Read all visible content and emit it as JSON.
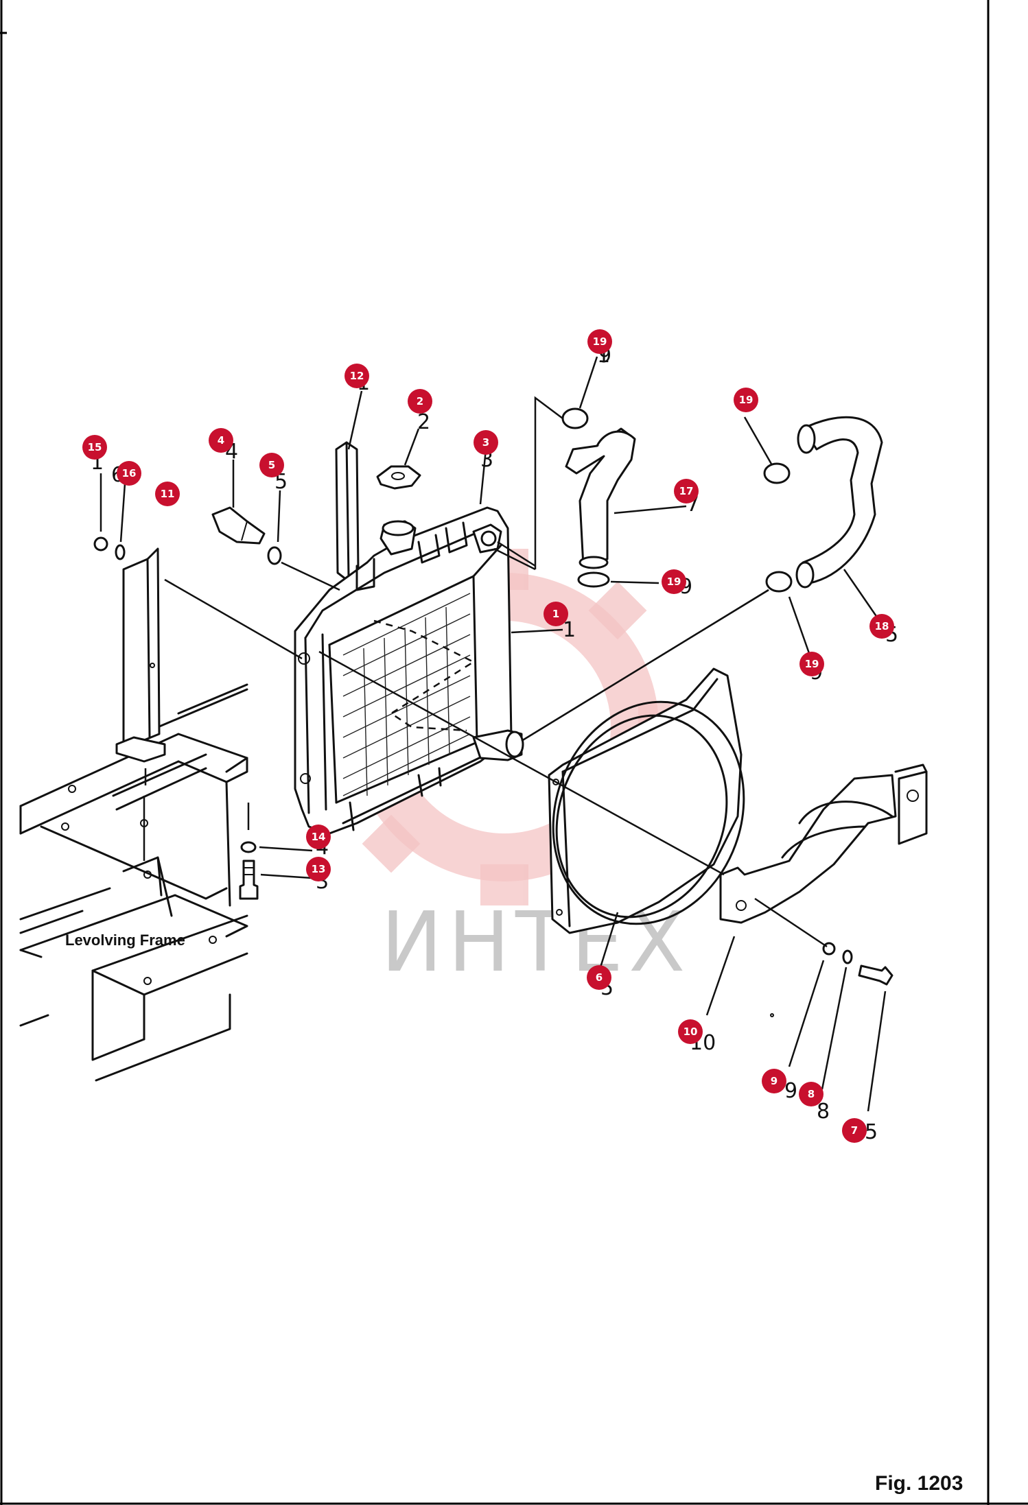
{
  "figure_label": "Fig. 1203",
  "frame_label": "Levolving Frame",
  "watermark": {
    "text": "ИНТЕХ",
    "color": "#c8102e"
  },
  "callout_color": "#c8102e",
  "callouts": [
    {
      "id": "c1",
      "label": "1"
    },
    {
      "id": "c2",
      "label": "2"
    },
    {
      "id": "c3",
      "label": "3"
    },
    {
      "id": "c4",
      "label": "4"
    },
    {
      "id": "c5",
      "label": "5"
    },
    {
      "id": "c6",
      "label": "6"
    },
    {
      "id": "c7",
      "label": "7"
    },
    {
      "id": "c8",
      "label": "8"
    },
    {
      "id": "c9",
      "label": "9"
    },
    {
      "id": "c10",
      "label": "10"
    },
    {
      "id": "c11",
      "label": "11"
    },
    {
      "id": "c12",
      "label": "12"
    },
    {
      "id": "c13",
      "label": "13"
    },
    {
      "id": "c14",
      "label": "14"
    },
    {
      "id": "c15",
      "label": "15"
    },
    {
      "id": "c16",
      "label": "16"
    },
    {
      "id": "c17",
      "label": "17"
    },
    {
      "id": "c18",
      "label": "18"
    },
    {
      "id": "c19a",
      "label": "19"
    },
    {
      "id": "c19b",
      "label": "19"
    },
    {
      "id": "c19c",
      "label": "19"
    },
    {
      "id": "c19d",
      "label": "19"
    }
  ]
}
